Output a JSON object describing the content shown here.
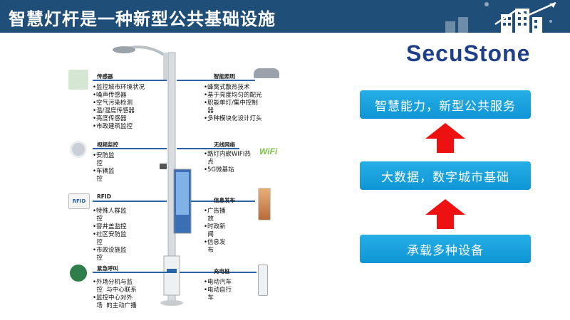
{
  "header": {
    "title": "智慧灯杆是一种新型公共基础设施"
  },
  "logo": {
    "text": "SecuStone"
  },
  "categories": {
    "sensor": {
      "title": "传感器",
      "items": [
        "•监控城市环境状况",
        "•噪声传感器",
        "•空气污染检测",
        "•温/湿度传感器",
        "•亮度传感器",
        "•市政建筑监控"
      ]
    },
    "video": {
      "title": "视频监控",
      "items": [
        "•安防监",
        "  控",
        "•车辆监",
        "  控"
      ]
    },
    "rfid": {
      "title": "RFID",
      "badge": "RFID",
      "items": [
        "•特殊人群监",
        "  控",
        "•窨井盖监控",
        "•社区安防监",
        "  控",
        "•市政设施监",
        "  控"
      ]
    },
    "emergency": {
      "title": "紧急呼叫",
      "items": [
        "•外场分机与监",
        "  控  与中心联系",
        "•监控中心对外",
        "  场  的主动广播"
      ]
    },
    "lighting": {
      "title": "智能照明",
      "items": [
        "•蜂窝式散热技术",
        "•基于亮度均匀的配光",
        "•职能单灯/集中控制",
        "  器",
        "•多种模块化设计灯头"
      ]
    },
    "wifi": {
      "title": "无线网络",
      "wifi_text": "WiFi",
      "items": [
        "•路灯内嵌WIFI热",
        "  点",
        "•5G微基站"
      ]
    },
    "info": {
      "title": "信息发布",
      "items": [
        "•广告播",
        "  放",
        "•时政新",
        "  闻",
        "•信息发",
        "  布"
      ]
    },
    "charging": {
      "title": "充电桩",
      "items": [
        "•电动汽车",
        "•电动自行",
        "  车"
      ]
    }
  },
  "flow": {
    "top": "智慧能力，新型公共服务",
    "middle": "大数据，数字城市基础",
    "bottom": "承载多种设备"
  },
  "colors": {
    "header": "#1f4e79",
    "box": "#1aa3e0",
    "arrow": "#ee1111",
    "logo": "#1f3f8a"
  }
}
